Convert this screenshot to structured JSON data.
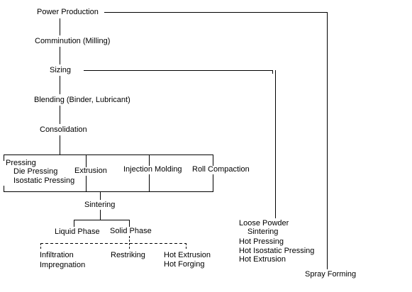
{
  "diagram": {
    "line_color": "#000000",
    "text_color": "#000000",
    "background": "#ffffff",
    "nodes": {
      "power_production": "Power Production",
      "comminution": "Comminution (Milling)",
      "sizing": "Sizing",
      "blending": "Blending (Binder, Lubricant)",
      "consolidation": "Consolidation",
      "pressing": "Pressing",
      "die_pressing": "Die Pressing",
      "isostatic_pressing": "Isostatic Pressing",
      "extrusion": "Extrusion",
      "injection_molding": "Injection Molding",
      "roll_compaction": "Roll Compaction",
      "sintering": "Sintering",
      "liquid_phase": "Liquid Phase",
      "solid_phase": "Solid Phase",
      "infiltration": "Infiltration",
      "impregnation": "Impregnation",
      "restriking": "Restriking",
      "hot_extrusion_a": "Hot Extrusion",
      "hot_forging": "Hot Forging",
      "loose_powder": "Loose Powder",
      "loose_sintering": "Sintering",
      "hot_pressing": "Hot Pressing",
      "hot_isostatic_pressing": "Hot Isostatic Pressing",
      "hot_extrusion_b": "Hot Extrusion",
      "spray_forming": "Spray Forming"
    }
  }
}
